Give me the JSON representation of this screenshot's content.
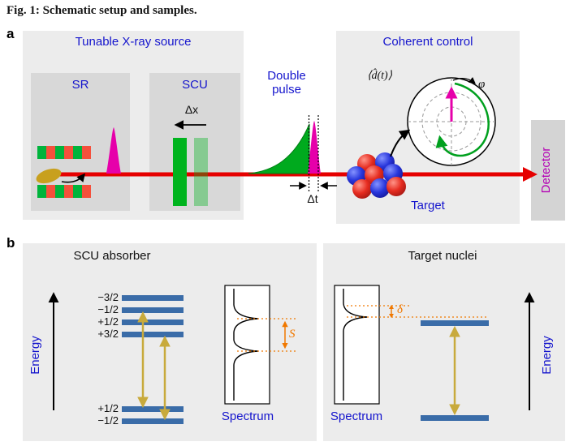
{
  "figure": {
    "caption": "Fig. 1: Schematic setup and samples.",
    "panel_a_label": "a",
    "panel_b_label": "b"
  },
  "panel_a": {
    "source_title": "Tunable X-ray source",
    "sr_label": "SR",
    "scu_label": "SCU",
    "delta_x": "Δx",
    "double_pulse": "Double pulse",
    "delta_t": "Δt",
    "coherent_title": "Coherent control",
    "dipole_expectation": "⟨d̂(t)⟩",
    "phi": "φ",
    "target": "Target",
    "detector": "Detector"
  },
  "panel_b": {
    "absorber_title": "SCU absorber",
    "target_title": "Target nuclei",
    "energy_label": "Energy",
    "spectrum_label": "Spectrum",
    "s_label": "S",
    "delta_label": "δ",
    "upper_levels": [
      "−3/2",
      "−1/2",
      "+1/2",
      "+3/2"
    ],
    "lower_levels": [
      "+1/2",
      "−1/2"
    ]
  },
  "colors": {
    "label_blue": "#1414cd",
    "beam_red": "#e60000",
    "pulse_magenta": "#e600aa",
    "pulse_green": "#00aa1e",
    "magnet_green": "#00b43c",
    "magnet_red": "#f5503c",
    "level_blue": "#3a6ca8",
    "transition_yellow": "#c8aa3c",
    "annotation_orange": "#f07800",
    "detector_magenta": "#b400b4",
    "electron_gold": "#c8a01e",
    "panel_bg": "#ececec",
    "inner_bg": "#d8d8d8"
  }
}
